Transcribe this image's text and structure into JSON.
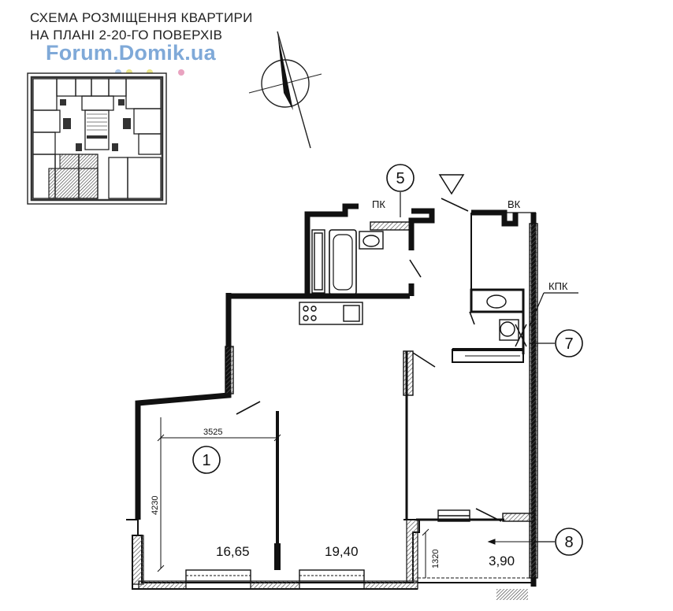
{
  "header": {
    "title_line1": "СХЕМА РОЗМІЩЕННЯ КВАРТИРИ",
    "title_line2": "НА ПЛАНІ 2-20-ГО ПОВЕРХІВ",
    "watermark": "Forum.Domik.ua"
  },
  "colors": {
    "wall": "#111111",
    "hatch": "#555555",
    "watermark": "#7fa9d8",
    "dot_blue": "#a9c6ea",
    "dot_yellow": "#e8e48a",
    "dot_pink": "#e9a3c0"
  },
  "callouts": {
    "c1": "1",
    "c5": "5",
    "c7": "7",
    "c8": "8"
  },
  "labels": {
    "pk": "ПК",
    "vk": "ВК",
    "kpk": "КПК"
  },
  "areas": {
    "room1": "16,65",
    "room2": "19,40",
    "balcony": "3,90"
  },
  "dimensions": {
    "width_1": "3525",
    "height_1": "4230",
    "balcony_depth": "1320"
  }
}
